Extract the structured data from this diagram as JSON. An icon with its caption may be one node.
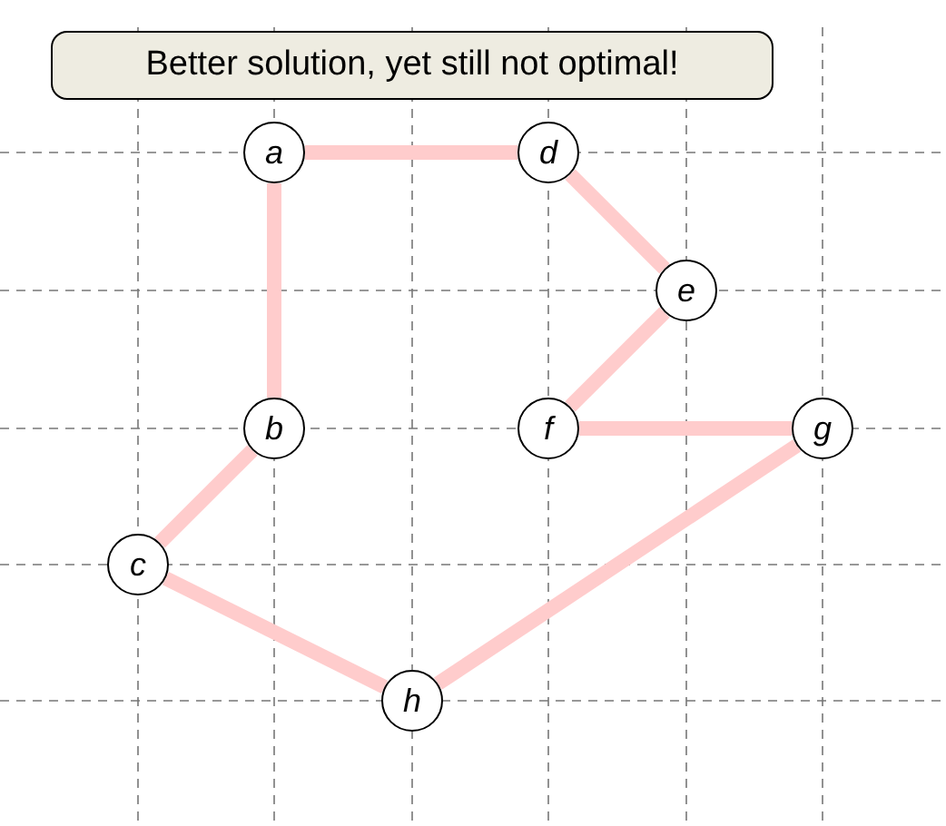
{
  "diagram": {
    "title": "Better solution, yet still not optimal!",
    "nodes": [
      {
        "text": [
          "a"
        ]
      },
      {
        "text": [
          "d"
        ]
      },
      {
        "text": [
          "e"
        ]
      },
      {
        "text": [
          "b"
        ]
      },
      {
        "text": [
          "f"
        ]
      },
      {
        "text": [
          "g"
        ]
      },
      {
        "text": [
          "c"
        ]
      },
      {
        "text": [
          "h"
        ]
      }
    ],
    "edges": [
      {
        "from": 0,
        "to": 1,
        "arrow": "none"
      },
      {
        "from": 1,
        "to": 2,
        "arrow": "none"
      },
      {
        "from": 2,
        "to": 4,
        "arrow": "none"
      },
      {
        "from": 4,
        "to": 5,
        "arrow": "none"
      },
      {
        "from": 5,
        "to": 7,
        "arrow": "none"
      },
      {
        "from": 7,
        "to": 6,
        "arrow": "none"
      },
      {
        "from": 6,
        "to": 3,
        "arrow": "none"
      },
      {
        "from": 3,
        "to": 0,
        "arrow": "none"
      }
    ]
  }
}
